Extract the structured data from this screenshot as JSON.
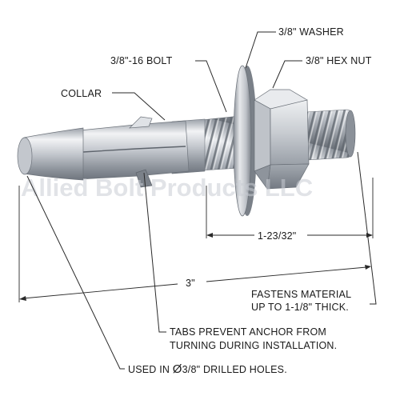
{
  "labels": {
    "washer": "3/8\" WASHER",
    "bolt": "3/8\"-16 BOLT",
    "hex_nut": "3/8\" HEX NUT",
    "collar": "COLLAR",
    "thread_length": "1-23/32\"",
    "overall_length": "3\"",
    "fastens_line1": "FASTENS MATERIAL",
    "fastens_line2": "UP TO 1-1/8\" THICK.",
    "tabs_line1": "TABS PREVENT ANCHOR FROM",
    "tabs_line2": "TURNING DURING INSTALLATION.",
    "drilled_prefix": "USED IN ",
    "diameter_symbol": "Ø",
    "drilled_suffix": "3/8\" DRILLED HOLES."
  },
  "watermark": "Allied Bolt Products LLC",
  "colors": {
    "steel_light": "#f2f3f5",
    "steel_mid": "#b9bec6",
    "steel_dark": "#6f757e",
    "line": "#2a2a2a"
  }
}
